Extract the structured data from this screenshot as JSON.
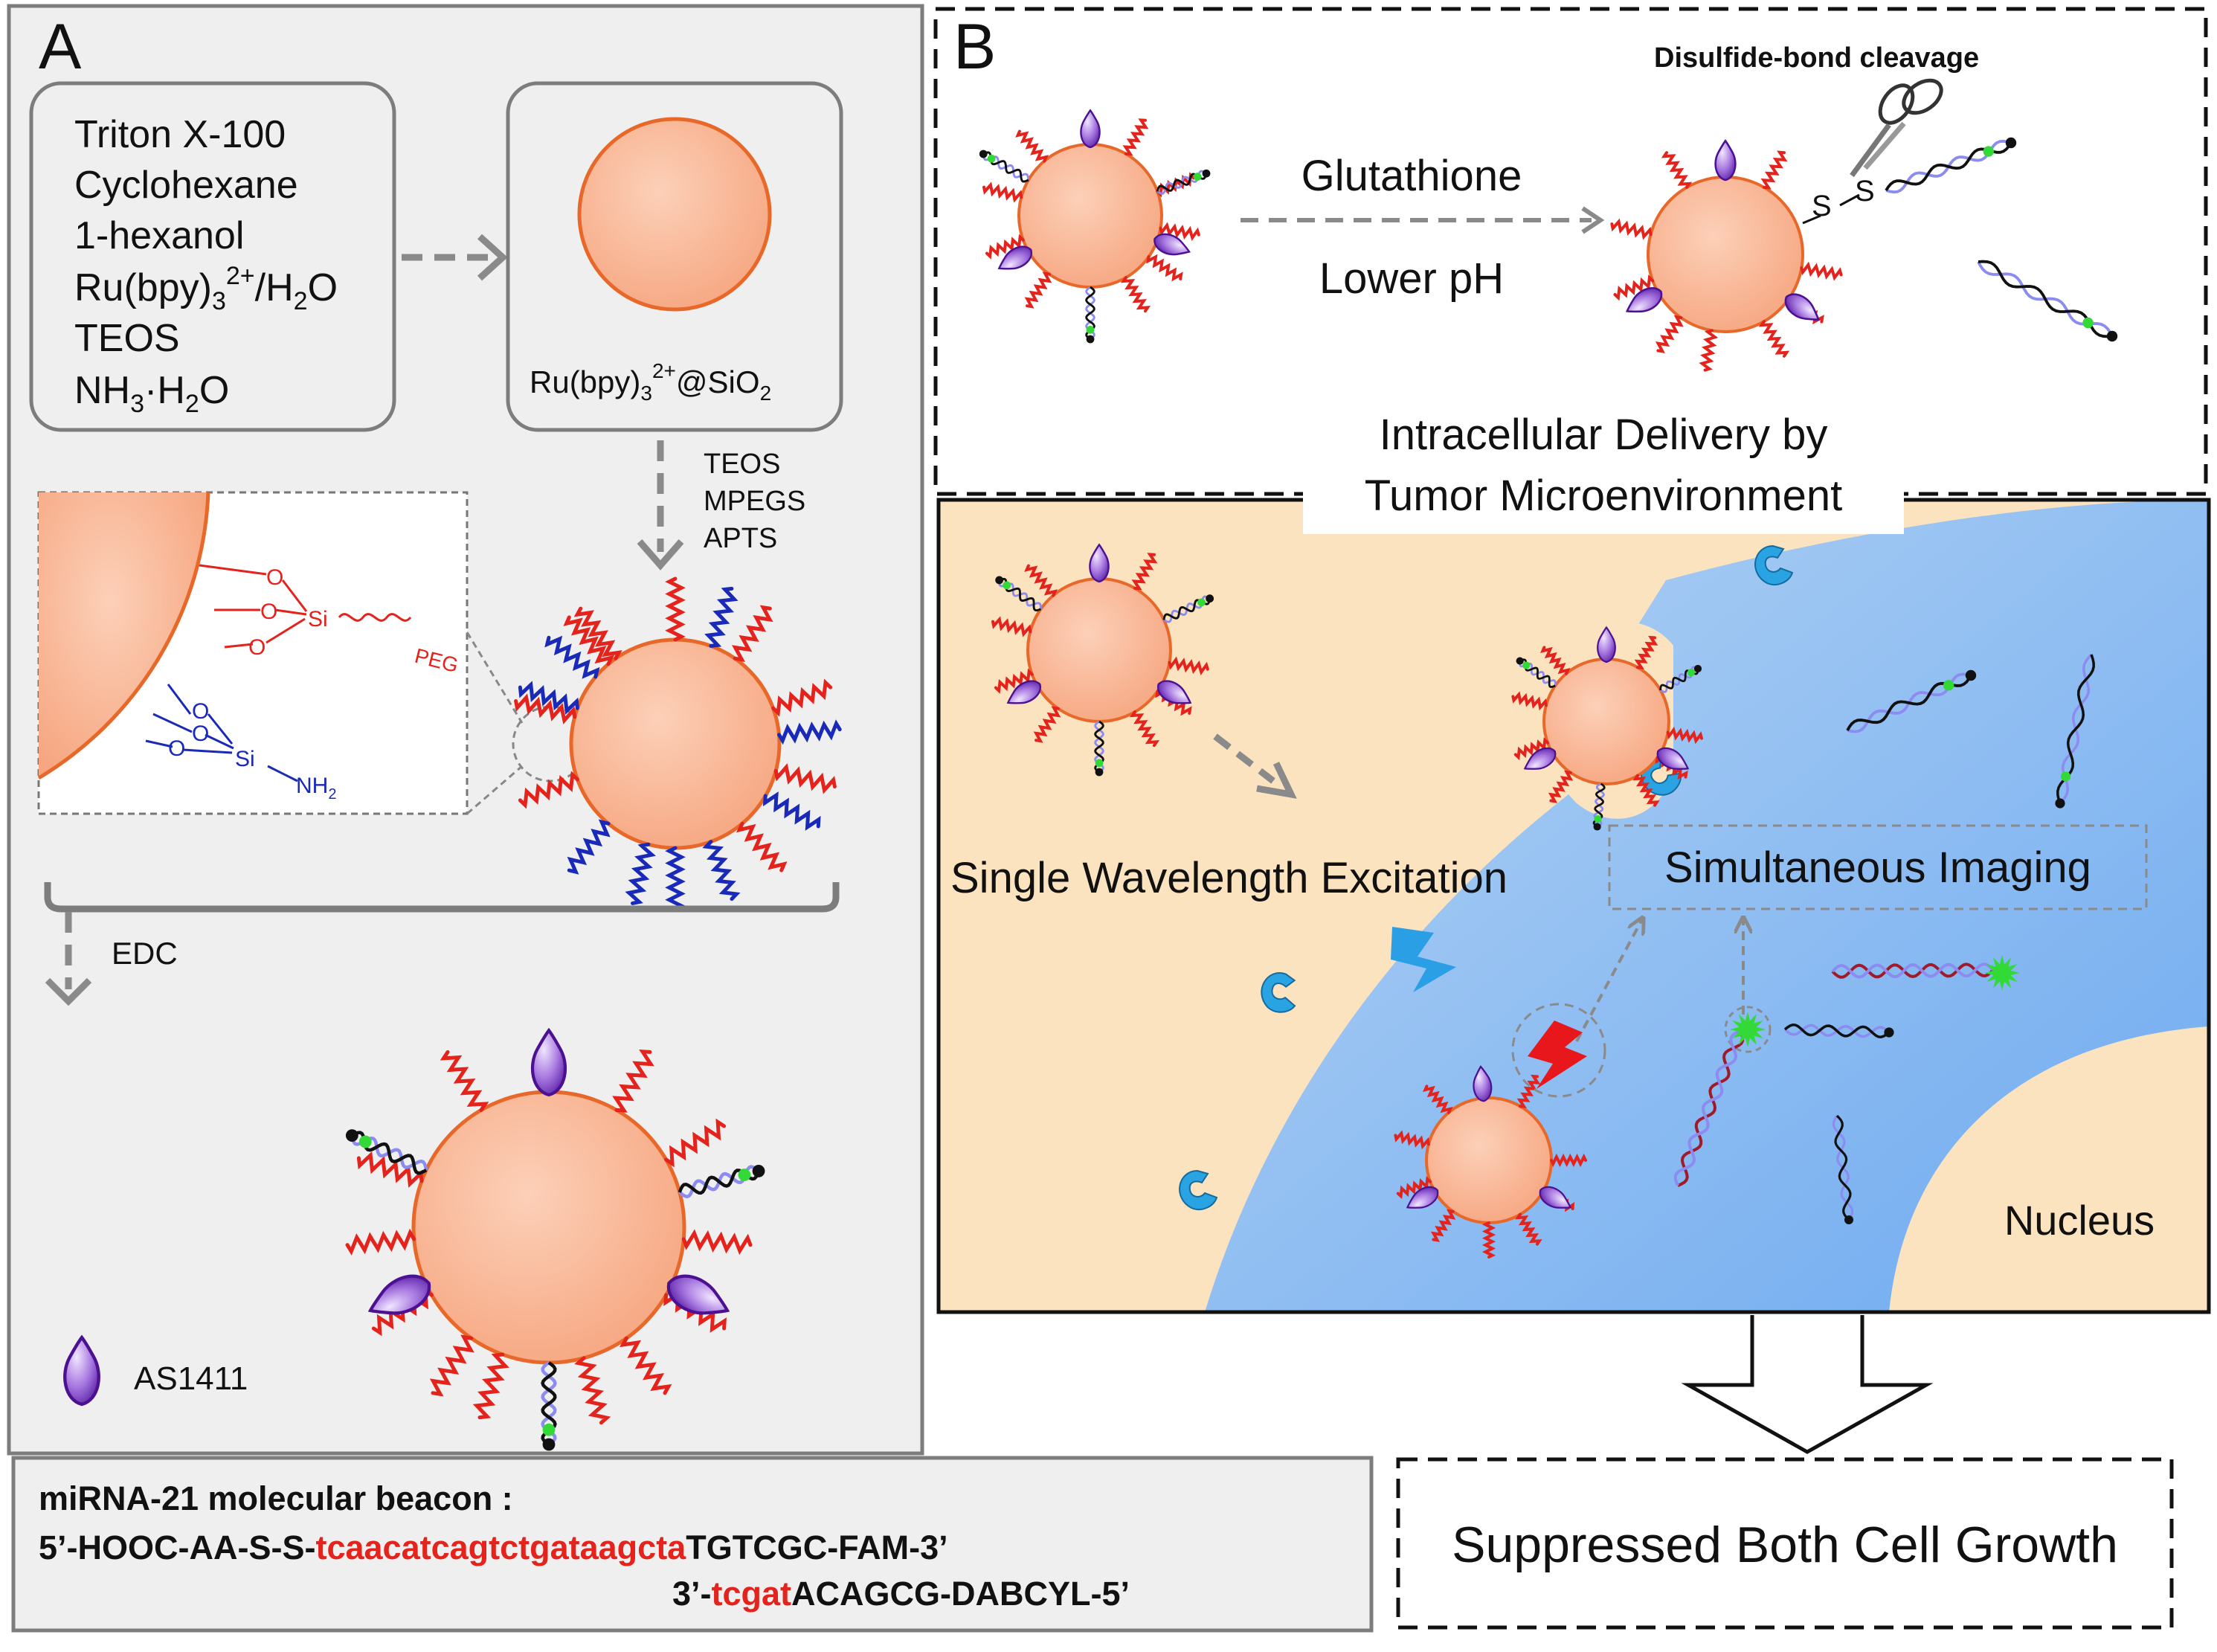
{
  "panel_a": {
    "label": "A",
    "reagents": [
      "Triton X-100",
      "Cyclohexane",
      "1-hexanol",
      "Ru(bpy)",
      "TEOS",
      "NH",
      "·H",
      "O"
    ],
    "ru_reagent_sup": "2+",
    "ru_reagent_tail": "/H",
    "ru_reagent_sub": "3",
    "ru_reagent_o": "O",
    "water_sub": "2",
    "core_label": "Ru(bpy)",
    "core_sub": "3",
    "core_sup": "2+",
    "core_tail": "@SiO",
    "core_tail_sub": "2",
    "step1_reagents": [
      "TEOS",
      "MPEGS",
      "APTS"
    ],
    "inset": {
      "o": "O",
      "si": "Si",
      "peg": "PEG",
      "nh2": "NH",
      "nh2_sub": "2"
    },
    "step2_reagent": "EDC",
    "legend": "AS1411"
  },
  "panel_b": {
    "label": "B",
    "cleavage_title": "Disulfide-bond cleavage",
    "trigger_1": "Glutathione",
    "trigger_2": "Lower pH",
    "disulfide": "S",
    "delivery_line1": "Intracellular Delivery by",
    "delivery_line2": "Tumor Microenvironment",
    "excitation": "Single Wavelength Excitation",
    "imaging": "Simultaneous Imaging",
    "nucleus": "Nucleus"
  },
  "beacon": {
    "title": "miRNA-21 molecular beacon :",
    "line1_prefix": "5’-HOOC-AA-S-S-",
    "line1_red": "tcaacatcagtctgataagcta",
    "line1_suffix": "TGTCGC-FAM-3’",
    "line2_prefix": "3’-",
    "line2_red": "tcgat",
    "line2_suffix": "ACAGCG-DABCYL-5’"
  },
  "outcome": "Suppressed Both Cell Growth",
  "colors": {
    "core_fill": "#f9b595",
    "core_stroke": "#e8682a",
    "peg": "#e3231c",
    "amine": "#1a2ab8",
    "aptamer": "#8a55c8",
    "cytoplasm": "#fbe3c0",
    "cell_blue": "#8fbdf0",
    "sequence_red": "#e3231c",
    "fluor_green": "#33d936"
  }
}
